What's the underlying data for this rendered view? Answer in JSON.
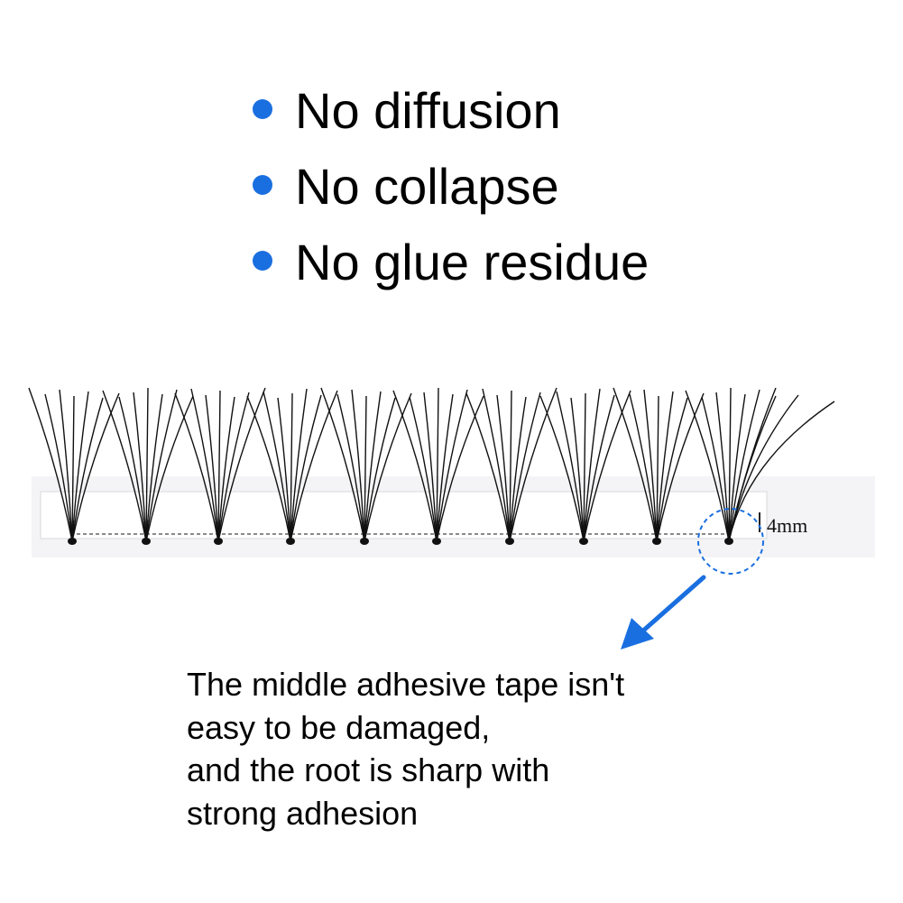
{
  "features": [
    {
      "label": "No diffusion"
    },
    {
      "label": "No collapse"
    },
    {
      "label": "No glue residue"
    }
  ],
  "strip": {
    "length_label": "4mm"
  },
  "caption": {
    "lines": [
      "The middle adhesive tape isn't",
      "easy to be damaged,",
      "and the root is sharp with",
      "strong adhesion"
    ]
  },
  "colors": {
    "accent": "#1a6fe0",
    "text": "#000000",
    "lash": "#111111",
    "strip": "#f4f4f6"
  },
  "icons": {
    "bullet": "bullet-dot-icon",
    "pointer": "arrow-down-left-icon",
    "highlight": "dashed-circle-icon"
  }
}
